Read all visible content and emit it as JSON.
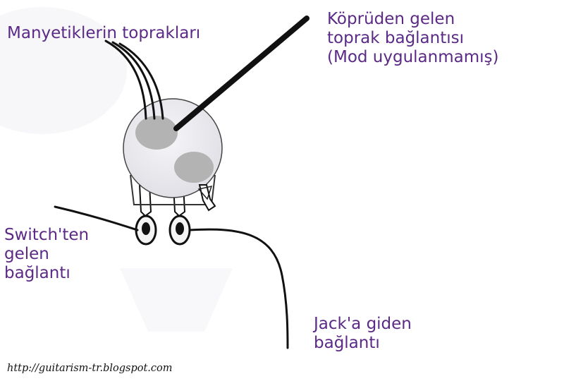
{
  "labels": {
    "pickup_grounds": "Manyetiklerin toprakları",
    "bridge_ground": [
      "Köprüden gelen",
      "toprak bağlantısı",
      "(Mod uygulanmamış)"
    ],
    "switch": [
      "Switch'ten",
      "gelen",
      "bağlantı"
    ],
    "jack": [
      "Jack'a giden",
      "bağlantı"
    ]
  },
  "source_url": "http://guitarism-tr.blogspot.com",
  "colors": {
    "label": "#5b2a86",
    "wire": "#111111",
    "pot_body": "#eeeef2",
    "solder": "#b0b0b0"
  }
}
